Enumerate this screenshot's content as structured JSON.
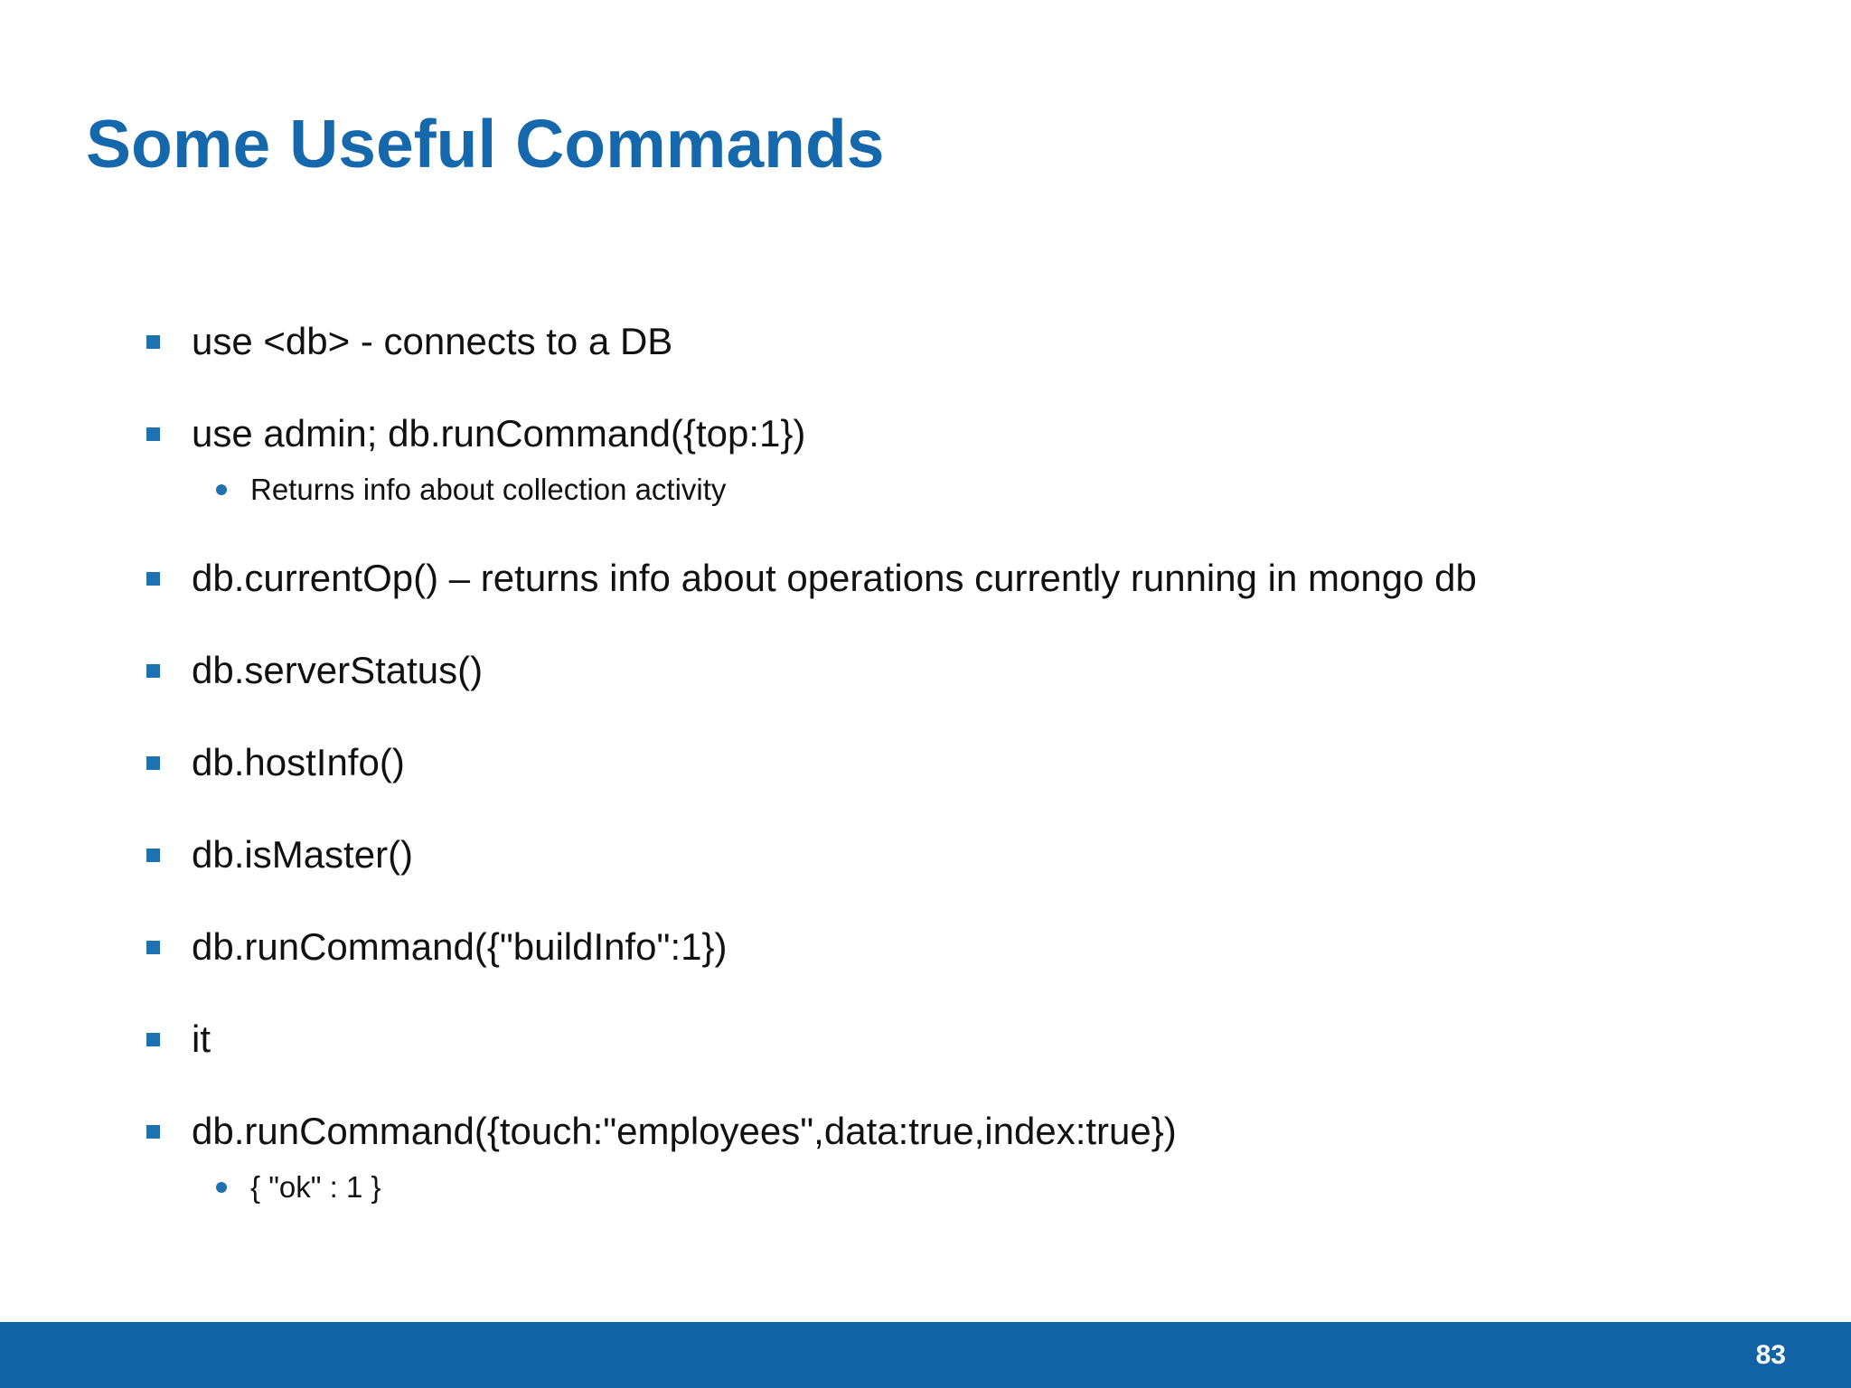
{
  "slide": {
    "title": "Some Useful Commands",
    "page_number": "83",
    "colors": {
      "title": "#1668AD",
      "bullet": "#1F72B0",
      "footer_bar": "#1263A5",
      "text": "#111111"
    }
  },
  "content": {
    "items": [
      {
        "level": 1,
        "text": "use <db> - connects to a DB"
      },
      {
        "level": 1,
        "text": "use admin; db.runCommand({top:1})"
      },
      {
        "level": 2,
        "text": "Returns info about collection activity"
      },
      {
        "level": 1,
        "text": "db.currentOp() – returns info about operations currently running in mongo db"
      },
      {
        "level": 1,
        "text": "db.serverStatus()"
      },
      {
        "level": 1,
        "text": "db.hostInfo()"
      },
      {
        "level": 1,
        "text": "db.isMaster()"
      },
      {
        "level": 1,
        "text": "db.runCommand({\"buildInfo\":1})"
      },
      {
        "level": 1,
        "text": "it"
      },
      {
        "level": 1,
        "text": "db.runCommand({touch:\"employees\",data:true,index:true})"
      },
      {
        "level": 2,
        "text": "{ \"ok\" : 1 }"
      }
    ]
  }
}
